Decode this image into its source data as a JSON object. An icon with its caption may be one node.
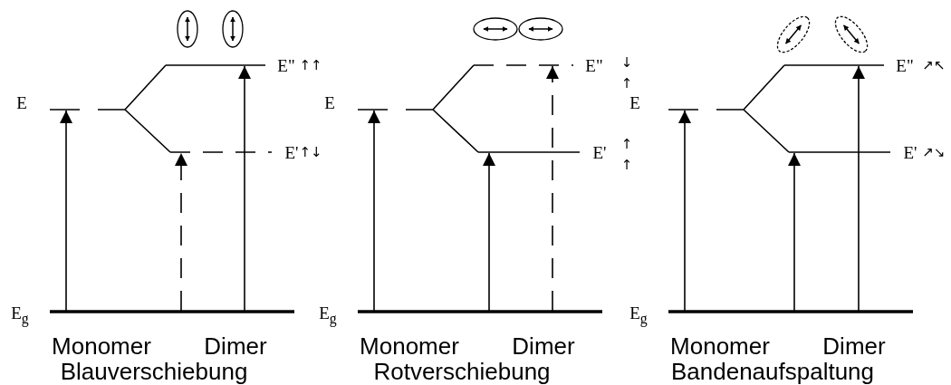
{
  "diagram": {
    "labels": [
      "E\"",
      "↑↑",
      "E",
      "E'",
      "↑↓",
      "E$_{g}$",
      "Monomer",
      "Dimer",
      "Blauverschiebung",
      "E\"",
      "↓↑",
      "E",
      "E'",
      "↑↑",
      "E$_{g}$",
      "Monomer",
      "Dimer",
      "Rotverschiebung",
      "E\"",
      "↗↖",
      "E",
      "E'",
      "↗↘",
      "E$_{g}$",
      "Monomer",
      "Dimer",
      "Bandenaufspaltung"
    ]
  }
}
